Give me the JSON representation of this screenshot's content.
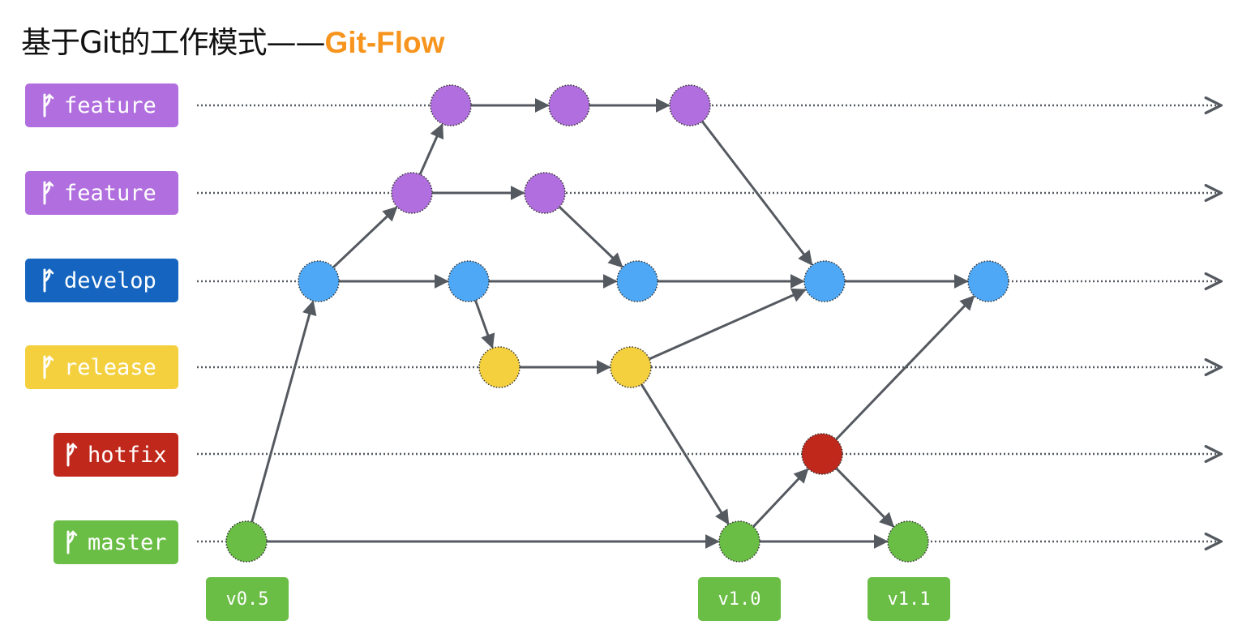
{
  "title": {
    "prefix": "基于Git的工作模式——",
    "accent": "Git-Flow",
    "accent_color": "#F7941D"
  },
  "colors": {
    "feature": "#B06EDE",
    "develop": "#1565C0",
    "develop_node": "#4EA8F5",
    "release": "#F4D03F",
    "hotfix": "#C0281C",
    "master": "#6ABD45",
    "line": "#555a60"
  },
  "branches": [
    {
      "id": "feature-a",
      "label": "feature",
      "color_key": "feature",
      "node_key": "feature"
    },
    {
      "id": "feature-b",
      "label": "feature",
      "color_key": "feature",
      "node_key": "feature"
    },
    {
      "id": "develop",
      "label": "develop",
      "color_key": "develop",
      "node_key": "develop_node"
    },
    {
      "id": "release",
      "label": "release",
      "color_key": "release",
      "node_key": "release"
    },
    {
      "id": "hotfix",
      "label": "hotfix",
      "color_key": "hotfix",
      "node_key": "hotfix"
    },
    {
      "id": "master",
      "label": "master",
      "color_key": "master",
      "node_key": "master"
    }
  ],
  "tags": [
    {
      "label": "v0.5",
      "commit": "m1"
    },
    {
      "label": "v1.0",
      "commit": "m2"
    },
    {
      "label": "v1.1",
      "commit": "m3"
    }
  ],
  "commits": [
    {
      "id": "m1",
      "branch": "master"
    },
    {
      "id": "d1",
      "branch": "develop"
    },
    {
      "id": "fb1",
      "branch": "feature-b"
    },
    {
      "id": "fa1",
      "branch": "feature-a"
    },
    {
      "id": "fa2",
      "branch": "feature-a"
    },
    {
      "id": "fa3",
      "branch": "feature-a"
    },
    {
      "id": "fb2",
      "branch": "feature-b"
    },
    {
      "id": "d2",
      "branch": "develop"
    },
    {
      "id": "d3",
      "branch": "develop"
    },
    {
      "id": "d4",
      "branch": "develop"
    },
    {
      "id": "d5",
      "branch": "develop"
    },
    {
      "id": "r1",
      "branch": "release"
    },
    {
      "id": "r2",
      "branch": "release"
    },
    {
      "id": "h1",
      "branch": "hotfix"
    },
    {
      "id": "m2",
      "branch": "master"
    },
    {
      "id": "m3",
      "branch": "master"
    }
  ],
  "edges": [
    [
      "m1",
      "d1"
    ],
    [
      "d1",
      "fb1"
    ],
    [
      "fb1",
      "fa1"
    ],
    [
      "fa1",
      "fa2"
    ],
    [
      "fa2",
      "fa3"
    ],
    [
      "fb1",
      "fb2"
    ],
    [
      "d1",
      "d2"
    ],
    [
      "d2",
      "d3"
    ],
    [
      "fb2",
      "d3"
    ],
    [
      "d3",
      "d4"
    ],
    [
      "fa3",
      "d4"
    ],
    [
      "d2",
      "r1"
    ],
    [
      "r1",
      "r2"
    ],
    [
      "r2",
      "d4"
    ],
    [
      "r2",
      "m2"
    ],
    [
      "m1",
      "m2"
    ],
    [
      "m2",
      "h1"
    ],
    [
      "h1",
      "d5"
    ],
    [
      "h1",
      "m3"
    ],
    [
      "d4",
      "d5"
    ],
    [
      "m2",
      "m3"
    ]
  ]
}
